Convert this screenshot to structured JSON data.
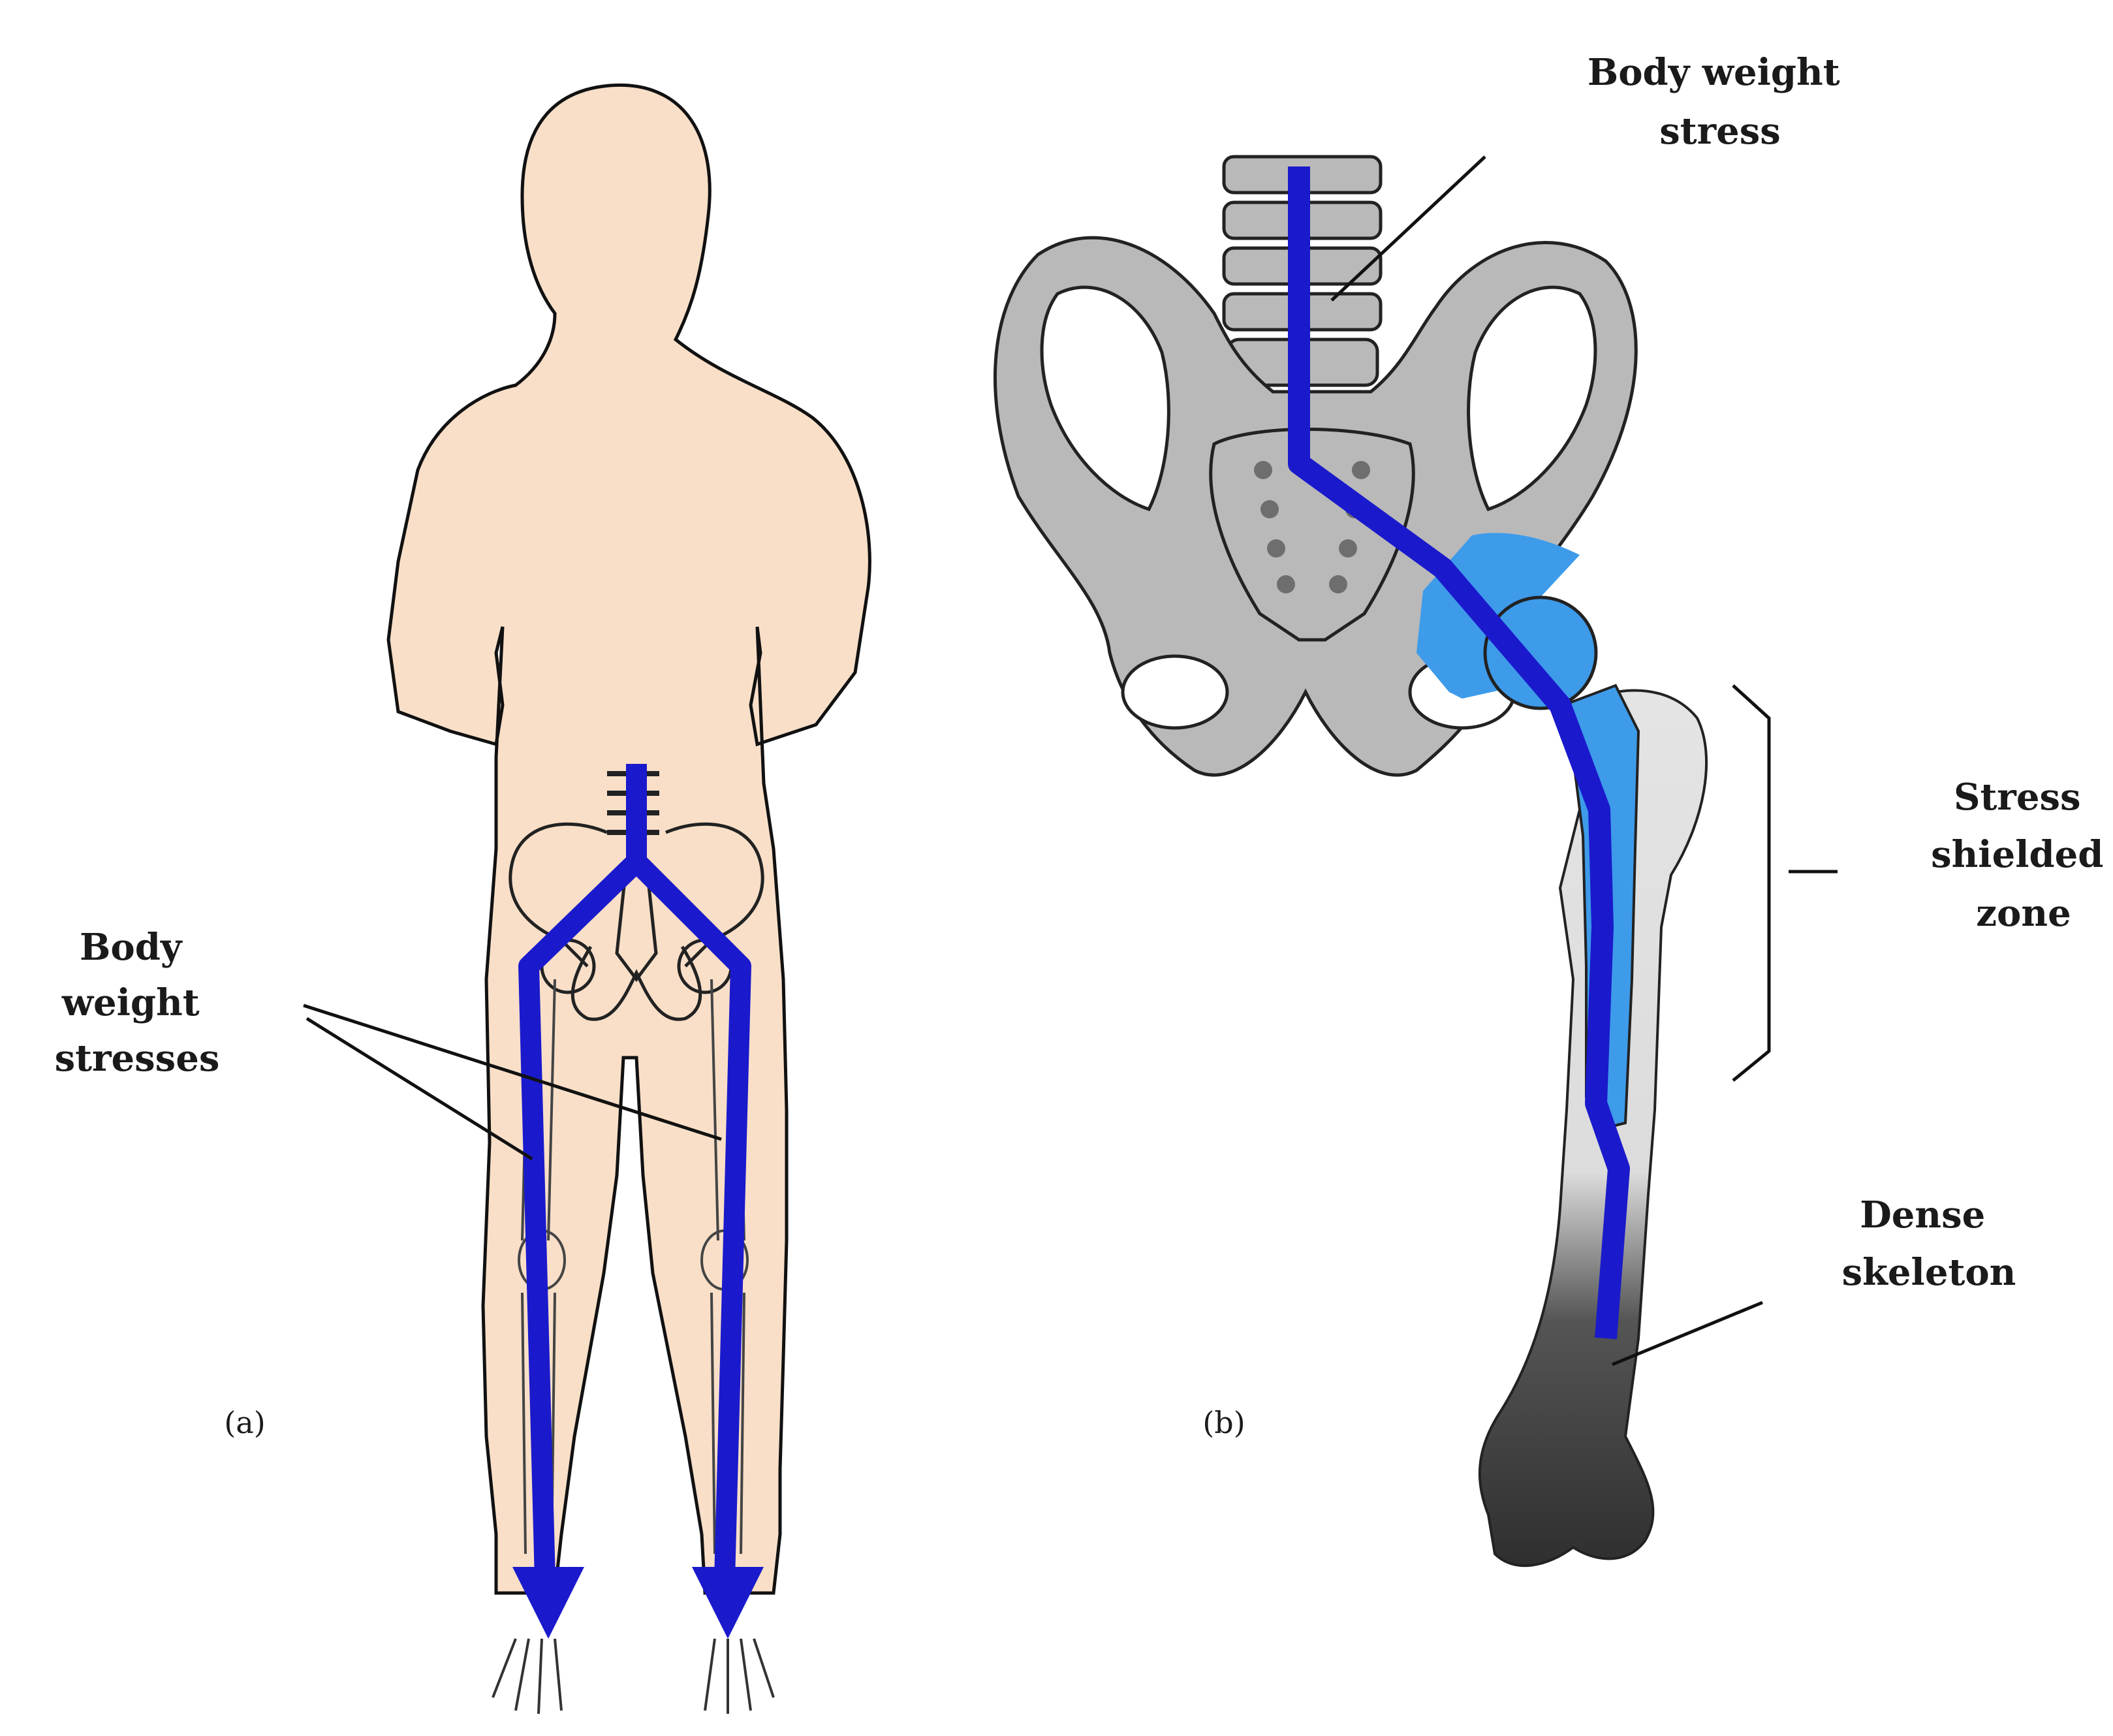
{
  "panel_a": {
    "label": "(a)",
    "annotation": [
      "Body",
      "weight",
      "stresses"
    ]
  },
  "panel_b": {
    "label": "(b)",
    "annotation_top": [
      "Body weight",
      "stress"
    ],
    "annotation_zone": [
      "Stress",
      "shielded",
      "zone"
    ],
    "annotation_dense": [
      "Dense",
      "skeleton"
    ]
  },
  "colors": {
    "stress_path": "#1a1acc",
    "implant": "#3d9bea",
    "skin": "#f9dfc8",
    "bone": "#b9b9b9",
    "dense_bone": "#3a3a3a"
  }
}
